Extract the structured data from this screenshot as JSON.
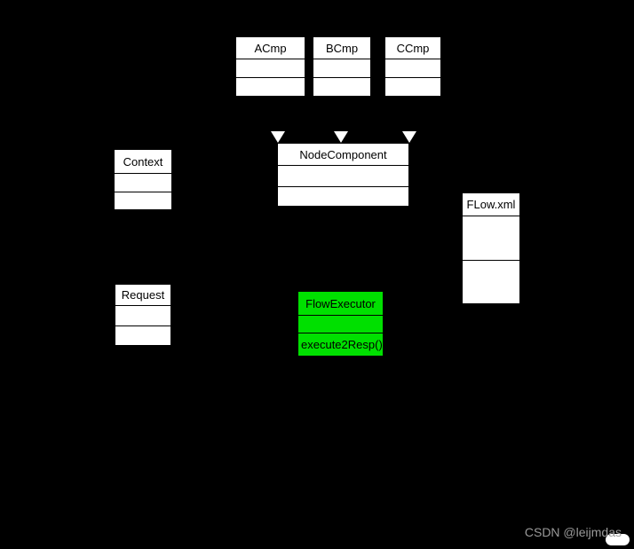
{
  "canvas": {
    "background_color": "#000000",
    "box_fill_color": "#ffffff",
    "box_line_color": "#000000",
    "arrow_color": "#ffffff",
    "highlight_fill_color": "#00e000"
  },
  "diagram": {
    "classes": [
      {
        "key": "acmp",
        "title": "ACmp",
        "attributes": "",
        "methods": ""
      },
      {
        "key": "bcmp",
        "title": "BCmp",
        "attributes": "",
        "methods": ""
      },
      {
        "key": "ccmp",
        "title": "CCmp",
        "attributes": "",
        "methods": ""
      },
      {
        "key": "nodecomponent",
        "title": "NodeComponent",
        "attributes": "",
        "methods": ""
      },
      {
        "key": "context",
        "title": "Context",
        "attributes": "",
        "methods": ""
      },
      {
        "key": "flowxml",
        "title": "FLow.xml",
        "attributes": "",
        "methods": ""
      },
      {
        "key": "request",
        "title": "Request",
        "attributes": "",
        "methods": ""
      },
      {
        "key": "flowexecutor",
        "title": "FlowExecutor",
        "attributes": "",
        "methods": "execute2Resp()"
      }
    ],
    "relations": [
      {
        "type": "generalization",
        "from": "ACmp",
        "to": "NodeComponent"
      },
      {
        "type": "generalization",
        "from": "BCmp",
        "to": "NodeComponent"
      },
      {
        "type": "generalization",
        "from": "CCmp",
        "to": "NodeComponent"
      }
    ]
  },
  "watermark": {
    "text": "CSDN @leijmdas",
    "color": "#9a9a9a"
  }
}
